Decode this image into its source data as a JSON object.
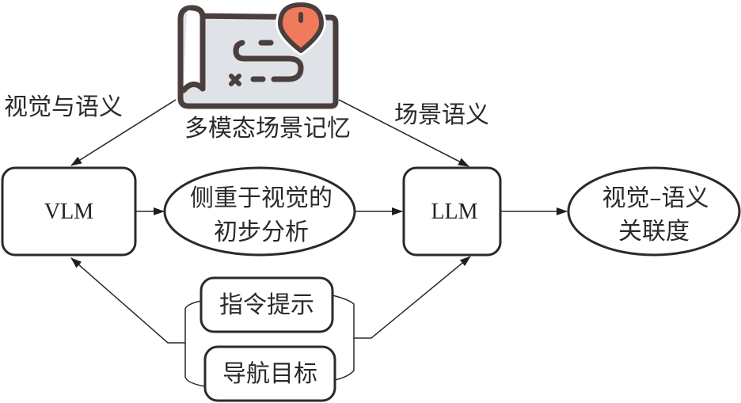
{
  "diagram": {
    "memory": {
      "label": "多模态场景记忆",
      "icon": "treasure-map-icon",
      "pin_color": "#f07a5c",
      "paper_color": "#dfe3e8",
      "outline_color": "#4a3f3d"
    },
    "edge_labels": {
      "left": "视觉与语义",
      "right": "场景语义"
    },
    "nodes": {
      "vlm": {
        "label": "VLM"
      },
      "analysis": {
        "line1": "侧重于视觉的",
        "line2": "初步分析"
      },
      "llm": {
        "label": "LLM"
      },
      "result": {
        "line1": "视觉–语义",
        "line2": "关联度"
      },
      "instruction": {
        "label": "指令提示"
      },
      "target": {
        "label": "导航目标"
      }
    }
  }
}
